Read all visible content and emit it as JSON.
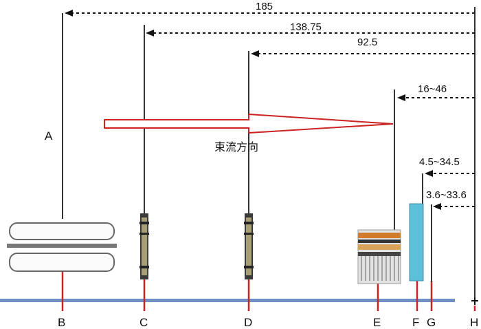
{
  "distances": {
    "a": "185",
    "c": "138.75",
    "d": "92.5",
    "e": "16~46",
    "f": "4.5~34.5",
    "g": "3.6~33.6"
  },
  "labels": {
    "a": "A",
    "b": "B",
    "c": "C",
    "d": "D",
    "e": "E",
    "f": "F",
    "g": "G",
    "h": "H"
  },
  "beam_direction": "束流方向",
  "colors": {
    "arrow": "#cc2222",
    "floor": "#6f8fc4",
    "pole": "#333333",
    "mount": "#cc2222",
    "detector_f": "#5bc0d8"
  }
}
